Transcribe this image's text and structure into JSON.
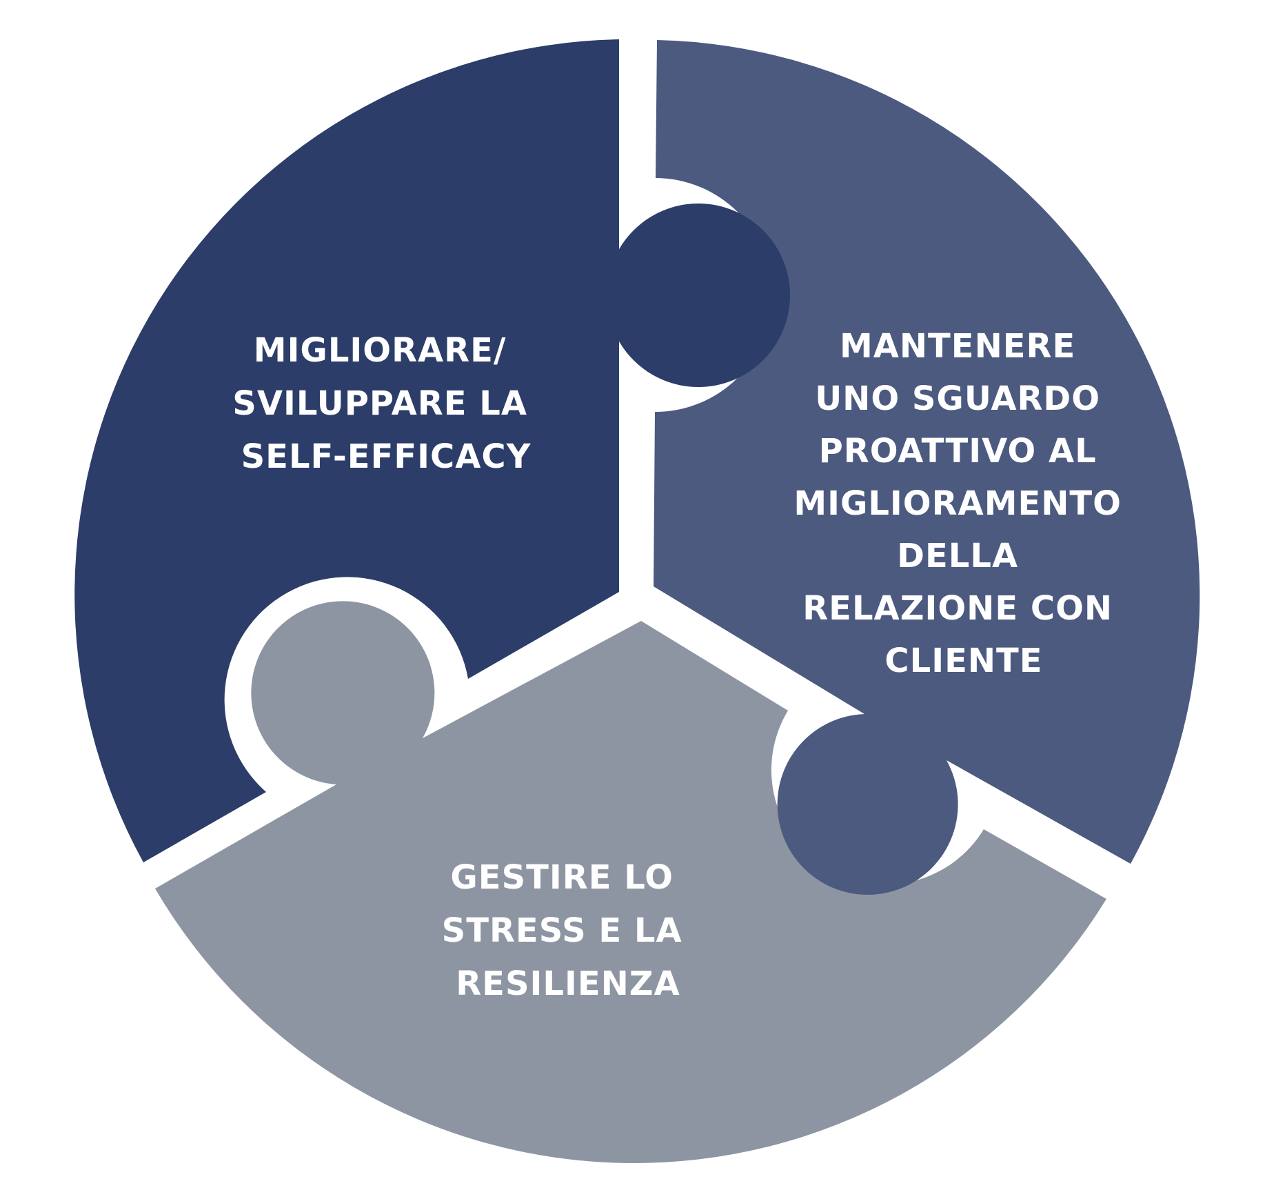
{
  "colors": {
    "background": "#ffffff",
    "piece_top_left": "#2b3d68",
    "piece_right": "#4c5a80",
    "piece_bottom": "#8e95a2",
    "text": "#ffffff"
  },
  "pieces": [
    {
      "id": "self-efficacy",
      "lines": [
        "MIGLIORARE/",
        "SVILUPPARE LA",
        "SELF-EFFICACY"
      ]
    },
    {
      "id": "proactive-view",
      "lines": [
        "MANTENERE",
        "UNO SGUARDO",
        "PROATTIVO AL",
        "MIGLIORAMENTO",
        "DELLA",
        "RELAZIONE CON",
        "CLIENTE"
      ]
    },
    {
      "id": "stress-resilience",
      "lines": [
        "GESTIRE LO",
        "STRESS E LA",
        "RESILIENZA"
      ]
    }
  ]
}
